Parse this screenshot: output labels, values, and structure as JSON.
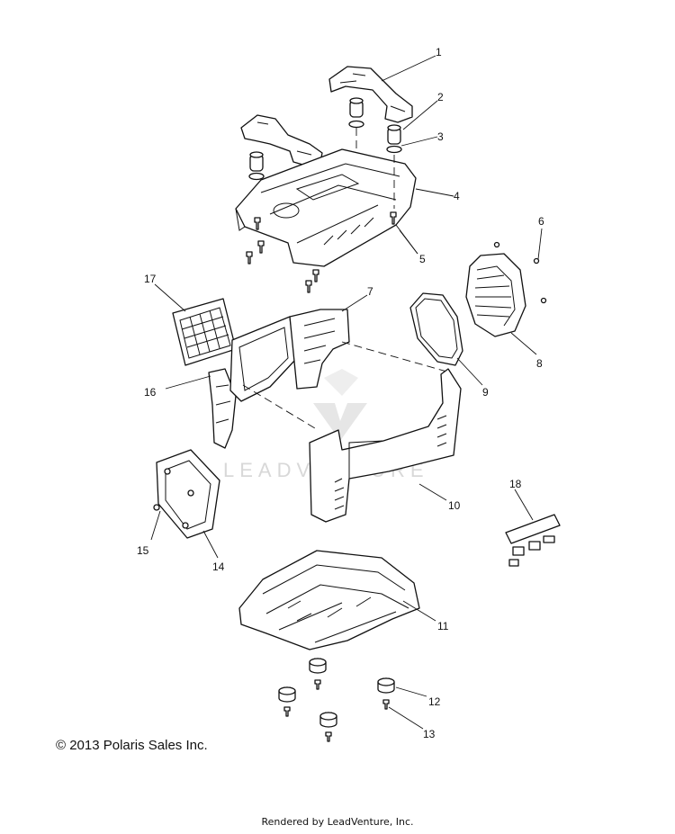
{
  "callouts": [
    {
      "id": "part-1-callout",
      "label": "1"
    },
    {
      "id": "part-2-callout",
      "label": "2"
    },
    {
      "id": "part-3-callout",
      "label": "3"
    },
    {
      "id": "part-4-callout",
      "label": "4"
    },
    {
      "id": "part-5-callout",
      "label": "5"
    },
    {
      "id": "part-6-callout",
      "label": "6"
    },
    {
      "id": "part-7-callout",
      "label": "7"
    },
    {
      "id": "part-8-callout",
      "label": "8"
    },
    {
      "id": "part-9-callout",
      "label": "9"
    },
    {
      "id": "part-10-callout",
      "label": "10"
    },
    {
      "id": "part-11-callout",
      "label": "11"
    },
    {
      "id": "part-12-callout",
      "label": "12"
    },
    {
      "id": "part-13-callout",
      "label": "13"
    },
    {
      "id": "part-14-callout",
      "label": "14"
    },
    {
      "id": "part-15-callout",
      "label": "15"
    },
    {
      "id": "part-16-callout",
      "label": "16"
    },
    {
      "id": "part-17-callout",
      "label": "17"
    },
    {
      "id": "part-18-callout",
      "label": "18"
    }
  ],
  "watermark": "LEADVENTURE",
  "copyright": "© 2013 Polaris Sales Inc.",
  "footer": "Rendered by LeadVenture, Inc.",
  "colors": {
    "line": "#111111",
    "watermark": "#d8d8d8",
    "background": "#ffffff"
  }
}
